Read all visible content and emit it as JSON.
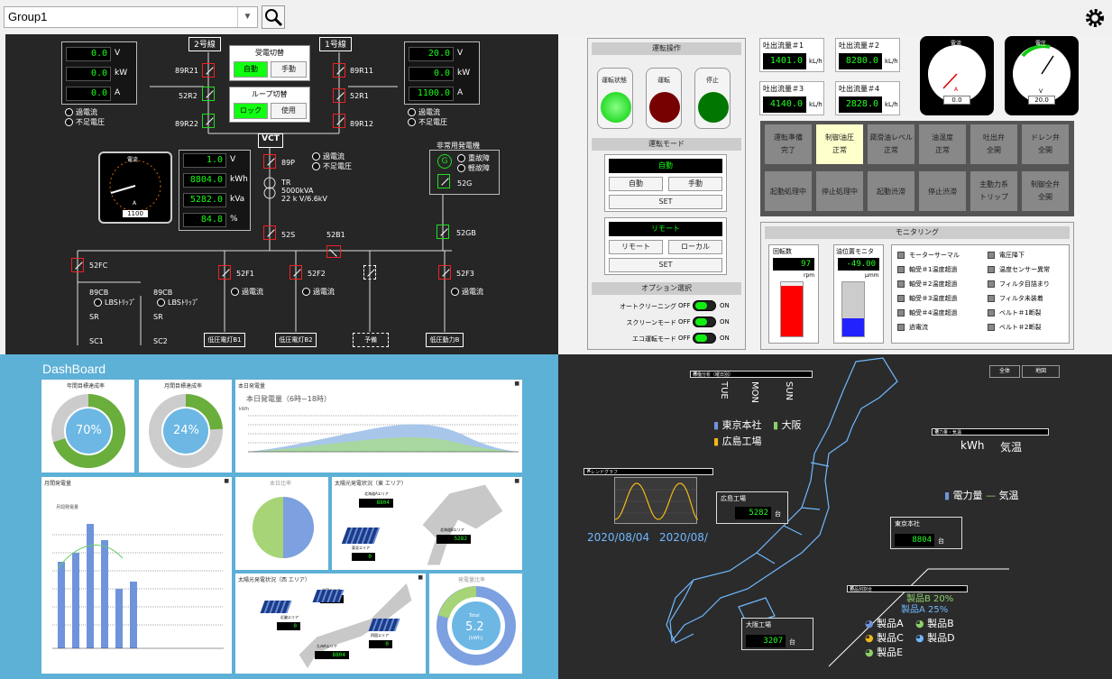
{
  "toolbar": {
    "group_value": "Group1",
    "search_icon": "search-icon",
    "settings_icon": "gear-icon"
  },
  "sld": {
    "line2": "2号線",
    "line1": "1号線",
    "left_meter": [
      {
        "v": "0.0",
        "u": "V"
      },
      {
        "v": "0.0",
        "u": "kW"
      },
      {
        "v": "0.0",
        "u": "A"
      }
    ],
    "right_meter": [
      {
        "v": "20.0",
        "u": "V"
      },
      {
        "v": "0.0",
        "u": "kW"
      },
      {
        "v": "1100.0",
        "u": "A"
      }
    ],
    "over_current": "過電流",
    "under_voltage": "不足電圧",
    "recv_switch": {
      "title": "受電切替",
      "auto": "自動",
      "manual": "手動"
    },
    "loop_switch": {
      "title": "ループ切替",
      "lock": "ロック",
      "use": "使用"
    },
    "breakers": [
      "89R21",
      "52R2",
      "89R22",
      "89R11",
      "52R1",
      "89R12",
      "89P",
      "52S",
      "52B1",
      "52G",
      "52GB",
      "52FC",
      "52F1",
      "52F2",
      "52F3",
      "89CB",
      "89CB"
    ],
    "vct": "VCT",
    "main_meter": [
      {
        "v": "1.0",
        "u": "V"
      },
      {
        "v": "8804.0",
        "u": "kWh"
      },
      {
        "v": "5282.0",
        "u": "kVa"
      },
      {
        "v": "84.8",
        "u": "%"
      }
    ],
    "gauge": {
      "title": "電流",
      "unit": "A",
      "value": "1100"
    },
    "tr": [
      "TR",
      "5000kVA",
      "22 k V/6.6kV"
    ],
    "emergency": {
      "title": "非常用発電機",
      "heavy": "重故障",
      "light": "軽故障"
    },
    "lbs": "LBSﾄﾘｯﾌﾟ",
    "sr": "SR",
    "sc1": "SC1",
    "sc2": "SC2",
    "loads": [
      "低圧電灯B1",
      "低圧電灯B2",
      "予備",
      "低圧動力B"
    ]
  },
  "ctrl": {
    "op": {
      "title": "運転操作",
      "ready": "運転状態",
      "run": "運転",
      "stop": "停止"
    },
    "mode": {
      "title": "運転モード",
      "display": "自動",
      "auto": "自動",
      "manual": "手動",
      "set": "SET",
      "remote_display": "リモート",
      "remote": "リモート",
      "local": "ローカル",
      "set2": "SET"
    },
    "options": {
      "title": "オプション選択",
      "rows": [
        {
          "label": "オートクリーニング",
          "off": "OFF",
          "on": "ON"
        },
        {
          "label": "スクリーンモード",
          "off": "OFF",
          "on": "ON"
        },
        {
          "label": "エコ運転モード",
          "off": "OFF",
          "on": "ON"
        }
      ]
    },
    "flows": [
      {
        "label": "吐出流量＃1",
        "v": "1401.0",
        "u": "kL/h"
      },
      {
        "label": "吐出流量＃2",
        "v": "8280.0",
        "u": "kL/h"
      },
      {
        "label": "吐出流量＃3",
        "v": "4140.0",
        "u": "kL/h"
      },
      {
        "label": "吐出流量＃4",
        "v": "2828.0",
        "u": "kL/h"
      }
    ],
    "gauge_a": {
      "title": "電流",
      "unit": "A",
      "value": "0.0"
    },
    "gauge_v": {
      "title": "電圧",
      "unit": "V",
      "value": "20.0"
    },
    "grid": [
      [
        "運転準備",
        "完了"
      ],
      [
        "制御油圧",
        "正常"
      ],
      [
        "潤滑油レベル",
        "正常"
      ],
      [
        "油温度",
        "正常"
      ],
      [
        "吐出弁",
        "全開"
      ],
      [
        "ドレン弁",
        "全開"
      ],
      [
        "起動処理中",
        ""
      ],
      [
        "停止処理中",
        ""
      ],
      [
        "起動渋滞",
        ""
      ],
      [
        "停止渋滞",
        ""
      ],
      [
        "主動力系",
        "トリップ"
      ],
      [
        "制御全弁",
        "全開"
      ]
    ],
    "mon": {
      "title": "モニタリング",
      "speed_title": "回転数",
      "speed_v": "97",
      "speed_u": "rpm",
      "pos_title": "油位置モニタ",
      "pos_v": "-49.00",
      "pos_u": "μmm",
      "list_l": [
        "モーターサーマル",
        "軸受＃1温度超過",
        "軸受＃2温度超過",
        "軸受＃3温度超過",
        "軸受＃4温度超過",
        "過電流"
      ],
      "list_r": [
        "電圧降下",
        "温度センサー異常",
        "フィルタ目詰まり",
        "フィルタ未装着",
        "ベルト＃1断裂",
        "ベルト＃2断裂"
      ]
    }
  },
  "dash": {
    "title": "DashBoard",
    "donut1": {
      "title": "年間目標達成率",
      "value": "70%",
      "pct": 0.7
    },
    "donut2": {
      "title": "月間目標達成率",
      "value": "24%",
      "pct": 0.24
    },
    "today": {
      "title": "本日発電量",
      "subtitle": "本日発電量（6時~18時）",
      "ylabel": "kWh"
    },
    "monthly": {
      "title": "月間発電量",
      "subtitle": "月間発電量"
    },
    "pie": {
      "title": "本日比率"
    },
    "east": {
      "title": "太陽光発電状況（東 エリア）",
      "labels": [
        "北海道Aエリア",
        "北海道Bエリア",
        "東北エリア"
      ],
      "vals": [
        "8804",
        "5282",
        "0"
      ]
    },
    "west": {
      "title": "太陽光発電状況（西 エリア）",
      "labels": [
        "中国エリア",
        "四国エリア",
        "近畿エリア",
        "九州Aエリア"
      ],
      "vals": [
        "0",
        "0",
        "0",
        "8804"
      ]
    },
    "ratio": {
      "title": "発電量比率",
      "label": "Total",
      "value": "5.2",
      "unit": "[kWh]"
    }
  },
  "map": {
    "btn1": "全体",
    "btn2": "地図",
    "week": {
      "title": "稼働分析（曜日別）",
      "days": [
        "TUE",
        "MON",
        "SUN"
      ],
      "legend": [
        "東京本社",
        "大阪",
        "広島工場"
      ]
    },
    "trend": {
      "title": "トレンドグラフ",
      "d1": "2020/08/04",
      "d2": "2020/08/"
    },
    "power": {
      "title": "電力量・気温",
      "l1": "kWh",
      "l2": "気温",
      "legend": [
        "電力量",
        "気温"
      ]
    },
    "sites": [
      {
        "name": "広島工場",
        "v": "5282",
        "u": "台"
      },
      {
        "name": "東京本社",
        "v": "8804",
        "u": "台"
      },
      {
        "name": "大阪工場",
        "v": "3207",
        "u": "台"
      }
    ],
    "products": {
      "title": "製品別割合",
      "top1": "製品B 20%",
      "top2": "製品A 25%",
      "items": [
        "製品A",
        "製品B",
        "製品C",
        "製品D",
        "製品E"
      ]
    }
  }
}
